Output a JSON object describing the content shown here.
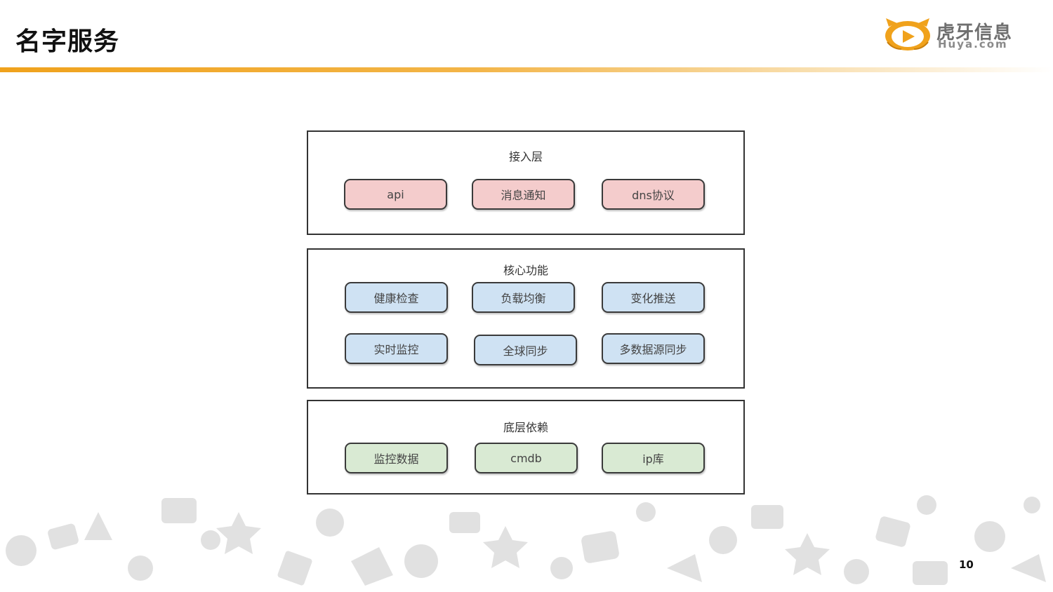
{
  "slide": {
    "title": "名字服务",
    "page_number": "10"
  },
  "logo": {
    "cn_text": "虎牙信息",
    "en_text": "Huya.com",
    "brand_color": "#f0a21c"
  },
  "layers": [
    {
      "title": "接入层",
      "color": "#f4cccc",
      "nodes": [
        "api",
        "消息通知",
        "dns协议"
      ]
    },
    {
      "title": "核心功能",
      "color": "#cfe2f3",
      "nodes": [
        "健康检查",
        "负载均衡",
        "变化推送",
        "实时监控",
        "全球同步",
        "多数据源同步"
      ]
    },
    {
      "title": "底层依赖",
      "color": "#d9ead3",
      "nodes": [
        "监控数据",
        "cmdb",
        "ip库"
      ]
    }
  ]
}
